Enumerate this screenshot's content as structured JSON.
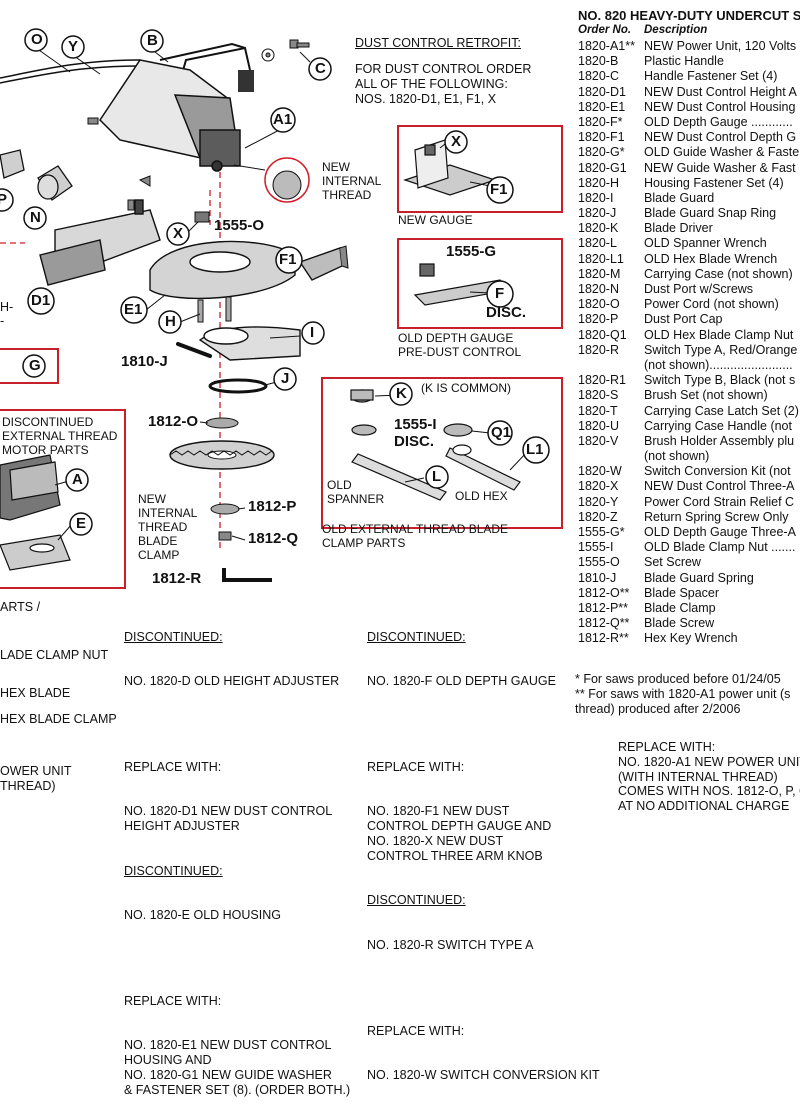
{
  "title": "NO. 820 HEAVY-DUTY UNDERCUT S",
  "list_header": {
    "order_no": "Order No.",
    "description": "Description"
  },
  "parts": [
    {
      "num": "1820-A1**",
      "desc": "NEW Power Unit, 120 Volts"
    },
    {
      "num": "1820-B",
      "desc": "Plastic Handle"
    },
    {
      "num": "1820-C",
      "desc": "Handle Fastener Set (4)"
    },
    {
      "num": "1820-D1",
      "desc": "NEW Dust Control Height A"
    },
    {
      "num": "1820-E1",
      "desc": "NEW Dust Control Housing"
    },
    {
      "num": "1820-F*",
      "desc": "OLD Depth Gauge ............"
    },
    {
      "num": "1820-F1",
      "desc": "NEW Dust Control Depth G"
    },
    {
      "num": "1820-G*",
      "desc": "OLD Guide Washer & Faste"
    },
    {
      "num": "1820-G1",
      "desc": "NEW Guide Washer & Fast"
    },
    {
      "num": "1820-H",
      "desc": "Housing Fastener Set (4)"
    },
    {
      "num": "1820-I",
      "desc": "Blade Guard"
    },
    {
      "num": "1820-J",
      "desc": "Blade Guard Snap Ring"
    },
    {
      "num": "1820-K",
      "desc": "Blade Driver"
    },
    {
      "num": "1820-L",
      "desc": "OLD Spanner Wrench"
    },
    {
      "num": "1820-L1",
      "desc": "OLD Hex Blade Wrench"
    },
    {
      "num": "1820-M",
      "desc": "Carrying Case (not shown)"
    },
    {
      "num": "1820-N",
      "desc": "Dust Port w/Screws"
    },
    {
      "num": "1820-O",
      "desc": "Power Cord (not shown)"
    },
    {
      "num": "1820-P",
      "desc": "Dust Port Cap"
    },
    {
      "num": "1820-Q1",
      "desc": "OLD Hex Blade Clamp Nut"
    },
    {
      "num": "1820-R",
      "desc": "Switch Type A, Red/Orange"
    },
    {
      "num": "",
      "desc": "(not shown)........................"
    },
    {
      "num": "1820-R1",
      "desc": "Switch Type B, Black (not s"
    },
    {
      "num": "1820-S",
      "desc": "Brush Set (not shown)"
    },
    {
      "num": "1820-T",
      "desc": "Carrying Case Latch Set (2)"
    },
    {
      "num": "1820-U",
      "desc": "Carrying Case Handle (not"
    },
    {
      "num": "1820-V",
      "desc": "Brush Holder Assembly plu"
    },
    {
      "num": "",
      "desc": "(not shown)"
    },
    {
      "num": "1820-W",
      "desc": "Switch Conversion Kit (not"
    },
    {
      "num": "1820-X",
      "desc": "NEW Dust Control Three-A"
    },
    {
      "num": "1820-Y",
      "desc": "Power Cord Strain Relief C"
    },
    {
      "num": "1820-Z",
      "desc": "Return Spring Screw Only"
    },
    {
      "num": "1555-G*",
      "desc": "OLD Depth Gauge Three-A"
    },
    {
      "num": "1555-I",
      "desc": "OLD Blade Clamp Nut ......."
    },
    {
      "num": "1555-O",
      "desc": "Set Screw"
    },
    {
      "num": "1810-J",
      "desc": "Blade Guard Spring"
    },
    {
      "num": "1812-O**",
      "desc": "Blade Spacer"
    },
    {
      "num": "1812-P**",
      "desc": "Blade Clamp"
    },
    {
      "num": "1812-Q**",
      "desc": "Blade Screw"
    },
    {
      "num": "1812-R**",
      "desc": "Hex Key Wrench"
    }
  ],
  "notes": {
    "n1": "* For saws produced before 01/24/05",
    "n2": "** For saws with 1820-A1 power unit (s",
    "n3": "thread) produced after 2/2006"
  },
  "replace_br": "REPLACE WITH:\nNO. 1820-A1 NEW POWER UNIT,\n(WITH INTERNAL THREAD)\nCOMES WITH NOS. 1812-O, P, Q\nAT NO ADDITIONAL CHARGE",
  "dust_retrofit": {
    "title": "DUST CONTROL RETROFIT:",
    "body": "FOR DUST CONTROL ORDER\nALL OF THE FOLLOWING:\nNOS. 1820-D1, E1, F1, X"
  },
  "callouts": {
    "new_internal_thread_top": "NEW\nINTERNAL\nTHREAD",
    "new_gauge": "NEW GAUGE",
    "old_depth_gauge": "OLD DEPTH GAUGE\nPRE-DUST CONTROL",
    "k_common": "(K IS COMMON)",
    "old_spanner": "OLD\nSPANNER",
    "old_hex": "OLD HEX",
    "old_ext_clamp": "OLD EXTERNAL THREAD BLADE\nCLAMP PARTS",
    "new_internal_clamp": "NEW\nINTERNAL\nTHREAD\nBLADE\nCLAMP",
    "disc_external": "DISCONTINUED\nEXTERNAL THREAD\nMOTOR PARTS",
    "disc_short": "DISC."
  },
  "part_labels": {
    "O": "O",
    "Y": "Y",
    "B": "B",
    "C": "C",
    "A1": "A1",
    "P": "P",
    "N": "N",
    "D1": "D1",
    "X": "X",
    "E1": "E1",
    "F1": "F1",
    "H": "H",
    "I": "I",
    "J": "J",
    "G": "G",
    "K": "K",
    "Q1": "Q1",
    "L": "L",
    "L1": "L1",
    "A": "A",
    "E": "E",
    "F": "F",
    "n1555O": "1555-O",
    "n1555G": "1555-G",
    "n1555I": "1555-I",
    "n1810J": "1810-J",
    "n1812O": "1812-O",
    "n1812P": "1812-P",
    "n1812Q": "1812-Q",
    "n1812R": "1812-R"
  },
  "disc_bottom": {
    "col1": {
      "d1": "DISCONTINUED:",
      "d1b": "NO. 1820-D OLD HEIGHT ADJUSTER",
      "r1": "REPLACE WITH:",
      "r1b": "NO. 1820-D1 NEW DUST CONTROL\nHEIGHT ADJUSTER",
      "d2": "DISCONTINUED:",
      "d2b": "NO. 1820-E OLD HOUSING",
      "r2": "REPLACE WITH:",
      "r2b": "NO. 1820-E1 NEW DUST CONTROL\nHOUSING AND\nNO. 1820-G1 NEW GUIDE WASHER\n& FASTENER SET (8). (ORDER BOTH.)"
    },
    "col2": {
      "d1": "DISCONTINUED:",
      "d1b": "NO. 1820-F OLD DEPTH GAUGE",
      "r1": "REPLACE WITH:",
      "r1b": "NO. 1820-F1 NEW DUST\nCONTROL DEPTH GAUGE AND\nNO. 1820-X NEW DUST\nCONTROL THREE ARM KNOB",
      "d2": "DISCONTINUED:",
      "d2b": "NO. 1820-R SWITCH TYPE A",
      "r2": "REPLACE WITH:",
      "r2b": "NO. 1820-W SWITCH CONVERSION KIT"
    }
  },
  "left_fragments": {
    "f1": "H-",
    "f2": "-",
    "f3": "ARTS /",
    "f4": "LADE CLAMP NUT",
    "f5": "HEX BLADE",
    "f6": "HEX BLADE CLAMP",
    "f7": "OWER UNIT",
    "f8": "THREAD)"
  },
  "colors": {
    "callout_box": "#c8202a",
    "ink": "#111111",
    "dash": "#d21f2b"
  }
}
